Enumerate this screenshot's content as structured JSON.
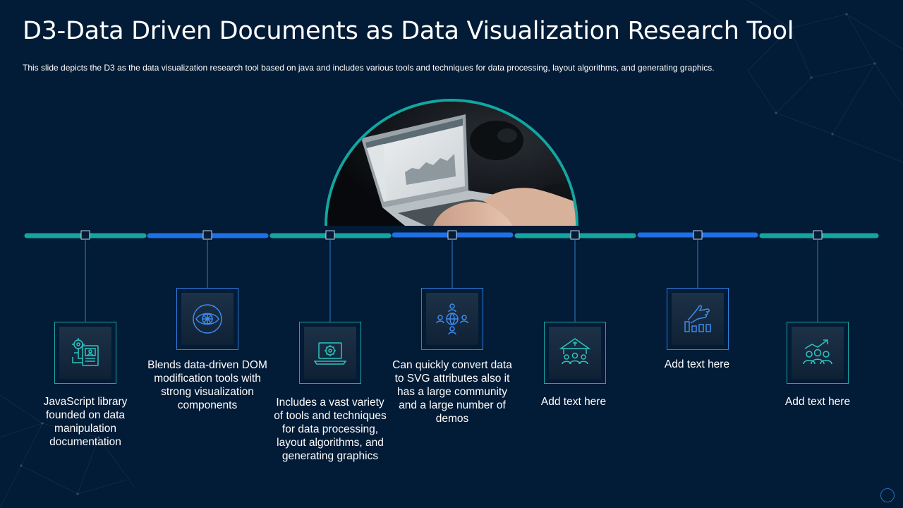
{
  "slide": {
    "title": "D3-Data Driven Documents as Data Visualization Research Tool",
    "subtitle": "This slide depicts the D3 as the data visualization research tool based on java and includes various tools and techniques for data processing, layout algorithms, and generating graphics."
  },
  "colors": {
    "background": "#021b36",
    "teal": "#13a6a0",
    "blue": "#1f6fe5",
    "icon_teal": "#2cc4c0",
    "icon_blue": "#3d8cf0"
  },
  "items": [
    {
      "text": "JavaScript library founded on data manipulation documentation",
      "icon": "settings-document-icon"
    },
    {
      "text": "Blends data-driven DOM modification tools with strong visualization components",
      "icon": "eye-network-icon"
    },
    {
      "text": "Includes a vast variety of tools and techniques for data processing, layout algorithms, and generating graphics",
      "icon": "laptop-gear-icon"
    },
    {
      "text": "Can quickly convert data to SVG attributes also it has a large community and a large number of demos",
      "icon": "globe-community-icon"
    },
    {
      "text": "Add text here",
      "icon": "bank-people-icon"
    },
    {
      "text": "Add text here",
      "icon": "hand-bar-chart-icon"
    },
    {
      "text": "Add text here",
      "icon": "team-growth-icon"
    }
  ]
}
